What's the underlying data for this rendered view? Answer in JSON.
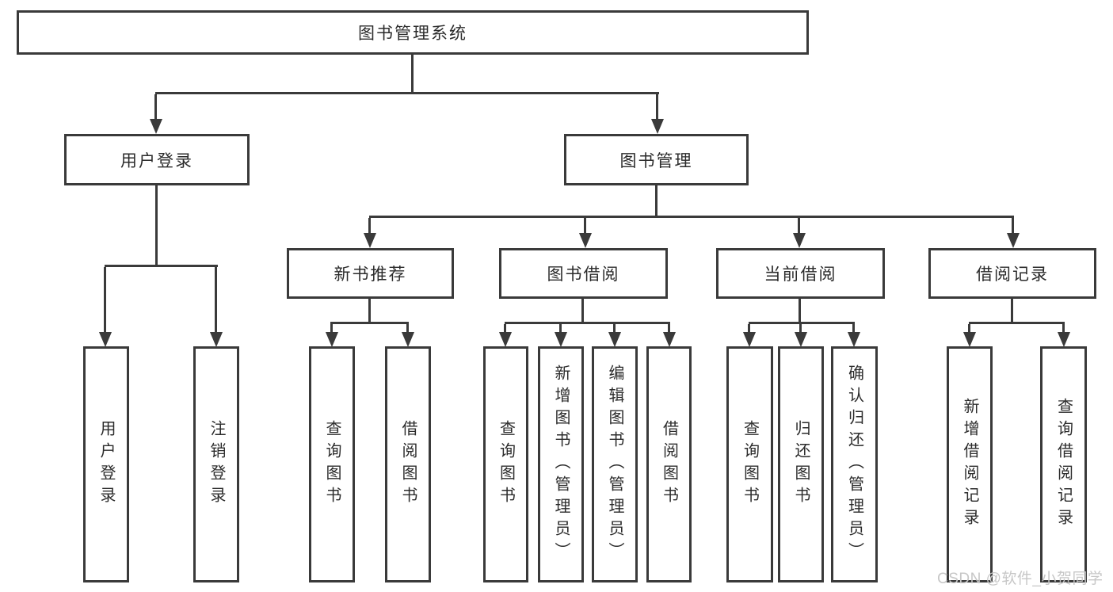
{
  "diagram": {
    "root": {
      "label": "图书管理系统",
      "children": [
        {
          "label": "用户登录",
          "children": [
            {
              "label": "用户登录"
            },
            {
              "label": "注销登录"
            }
          ]
        },
        {
          "label": "图书管理",
          "children": [
            {
              "label": "新书推荐",
              "children": [
                {
                  "label": "查询图书"
                },
                {
                  "label": "借阅图书"
                }
              ]
            },
            {
              "label": "图书借阅",
              "children": [
                {
                  "label": "查询图书"
                },
                {
                  "label": "新增图书（管理员）"
                },
                {
                  "label": "编辑图书（管理员）"
                },
                {
                  "label": "借阅图书"
                }
              ]
            },
            {
              "label": "当前借阅",
              "children": [
                {
                  "label": "查询图书"
                },
                {
                  "label": "归还图书"
                },
                {
                  "label": "确认归还（管理员）"
                }
              ]
            },
            {
              "label": "借阅记录",
              "children": [
                {
                  "label": "新增借阅记录"
                },
                {
                  "label": "查询借阅记录"
                }
              ]
            }
          ]
        }
      ]
    }
  },
  "watermark": {
    "text": "CSDN @软件_小贺同学"
  },
  "colors": {
    "background": "#ffffff",
    "box_fill": "#ffffff",
    "box_border": "#3a3a3a",
    "line": "#3a3a3a",
    "text": "#2b2b2b",
    "watermark": "#c7c7c7"
  }
}
